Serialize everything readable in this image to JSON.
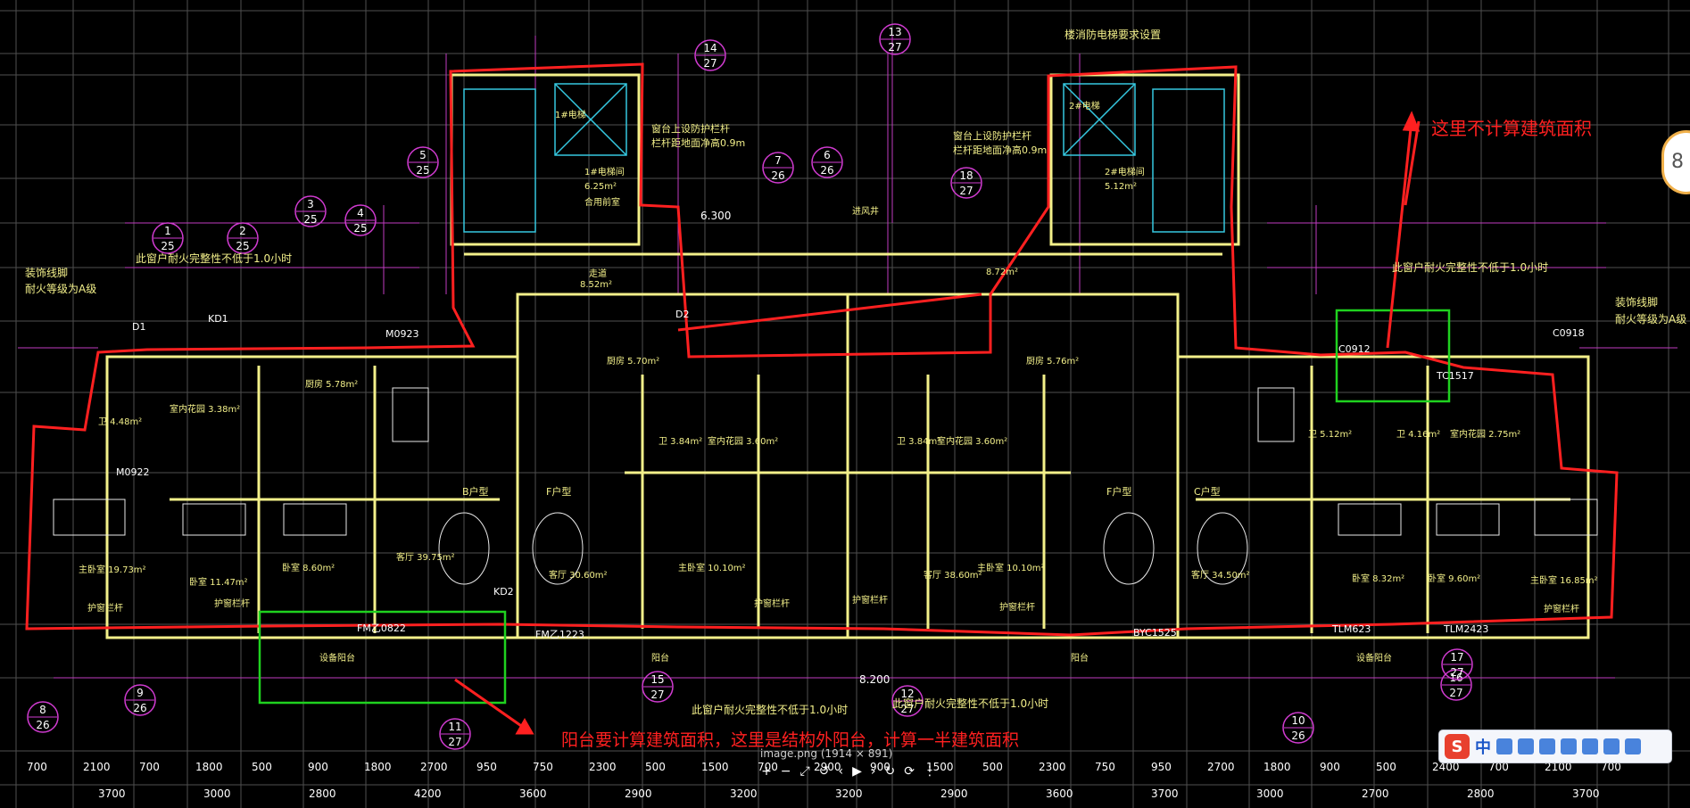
{
  "viewer": {
    "filename": "image.png (1914 × 891)",
    "controls": [
      "+",
      "−",
      "⤢",
      "↺",
      "‹",
      "▶",
      "›",
      "↻",
      "⟳",
      "⋮"
    ],
    "zoom_badge": "8"
  },
  "annotations": {
    "note_no_area": "这里不计算建筑面积",
    "note_balcony": "阳台要计算建筑面积，这里是结构外阳台，计算一半建筑面积"
  },
  "colors": {
    "background": "#000000",
    "red_markup": "#ff2020",
    "green_box": "#1fd21f",
    "magenta_dims": "#d13bd1",
    "wall_yellow": "#f3f08a",
    "grid_gray": "#4f4f4f"
  },
  "ime": {
    "logo": "S",
    "lang": "中"
  },
  "plan": {
    "top_notes": [
      "楼消防电梯要求设置"
    ],
    "left_notes": [
      "装饰线脚",
      "耐火等级为A级"
    ],
    "right_notes": [
      "装饰线脚",
      "耐火等级为A级"
    ],
    "fire_windows": [
      "此窗户耐火完整性不低于1.0小时",
      "此窗户耐火完整性不低于1.0小时",
      "此窗户耐火完整性不低于1.0小时",
      "此窗户耐火完整性不低于1.0小时"
    ],
    "stair_notes": [
      "窗台上设防护栏杆",
      "栏杆距地面净高0.9m",
      "窗台上设防护栏杆",
      "栏杆距地面净高0.9m"
    ],
    "core_labels": [
      "1#电梯",
      "2#电梯",
      "1#电梯间",
      "6.25m²",
      "2#电梯间",
      "5.12m²",
      "合用前室",
      "走道",
      "8.52m²",
      "8.72m²",
      "进风井"
    ],
    "units": [
      {
        "name": "B户型",
        "rooms": [
          "卫 4.48m²",
          "厨房 5.78m²",
          "主卧室 19.73m²",
          "卧室 11.47m²",
          "卧室 8.60m²",
          "客厅 39.75m²",
          "室内花园 3.38m²"
        ]
      },
      {
        "name": "F户型",
        "rooms": [
          "厨房 5.70m²",
          "主卧室 10.10m²",
          "客厅 30.60m²",
          "卫 3.84m²",
          "室内花园 3.60m²"
        ]
      },
      {
        "name": "F户型",
        "rooms": [
          "厨房 5.76m²",
          "主卧室 10.10m²",
          "客厅 38.60m²",
          "卫 3.84m²",
          "室内花园 3.60m²"
        ]
      },
      {
        "name": "C户型",
        "rooms": [
          "卫 5.12m²",
          "卫 4.16m²",
          "卧室 8.32m²",
          "卧室 9.60m²",
          "主卧室 16.85m²",
          "客厅 34.50m²",
          "室内花园 2.75m²"
        ]
      }
    ],
    "door_tags": [
      "D1",
      "D2",
      "KD1",
      "KD2",
      "M0922",
      "M0923",
      "FM乙0822",
      "FM乙1223",
      "TLM2423",
      "TLM623",
      "BYC1525",
      "TC1517",
      "C0918",
      "C0912"
    ],
    "balcony_labels": [
      "护窗栏杆",
      "护窗栏杆",
      "护窗栏杆",
      "护窗栏杆",
      "护窗栏杆",
      "护窗栏杆",
      "阳台",
      "阳台",
      "设备阳台",
      "设备阳台"
    ],
    "levels": [
      "6.300",
      "8.200"
    ],
    "bottom_dims_1": [
      "700",
      "2100",
      "700",
      "1800",
      "500",
      "900",
      "1800",
      "2700",
      "950",
      "750",
      "2300",
      "500",
      "1500",
      "700",
      "2900",
      "900",
      "1500",
      "500",
      "2300",
      "750",
      "950",
      "2700",
      "1800",
      "900",
      "500",
      "2400",
      "700",
      "2100",
      "700"
    ],
    "bottom_dims_2": [
      "3700",
      "3000",
      "2800",
      "4200",
      "3600",
      "2900",
      "3200",
      "3200",
      "2900",
      "3600",
      "3700",
      "3000",
      "2700",
      "2800",
      "3700"
    ],
    "axis_tags": [
      {
        "n": "1",
        "d": "25"
      },
      {
        "n": "2",
        "d": "25"
      },
      {
        "n": "3",
        "d": "25"
      },
      {
        "n": "4",
        "d": "25"
      },
      {
        "n": "5",
        "d": "25"
      },
      {
        "n": "6",
        "d": "26"
      },
      {
        "n": "7",
        "d": "26"
      },
      {
        "n": "8",
        "d": "26"
      },
      {
        "n": "9",
        "d": "26"
      },
      {
        "n": "10",
        "d": "26"
      },
      {
        "n": "11",
        "d": "27"
      },
      {
        "n": "12",
        "d": "27"
      },
      {
        "n": "13",
        "d": "27"
      },
      {
        "n": "14",
        "d": "27"
      },
      {
        "n": "15",
        "d": "27"
      },
      {
        "n": "16",
        "d": "27"
      },
      {
        "n": "17",
        "d": "27"
      },
      {
        "n": "18",
        "d": "27"
      }
    ]
  }
}
